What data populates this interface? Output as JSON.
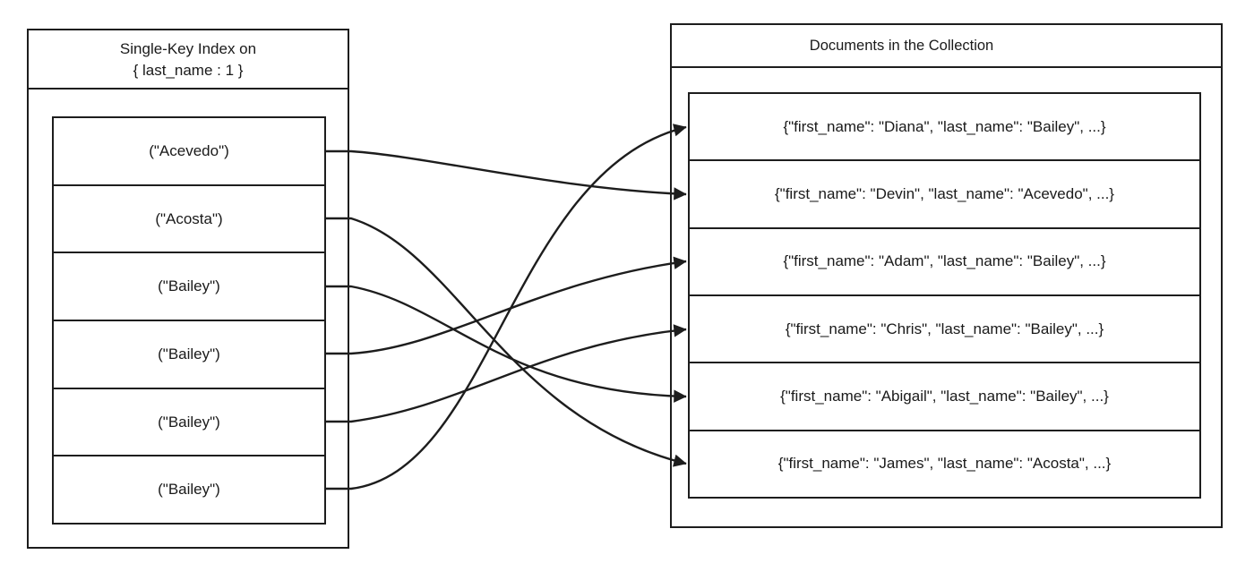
{
  "diagram": {
    "index_panel": {
      "title_line1": "Single-Key Index on",
      "title_line2": "{ last_name : 1 }",
      "entries": [
        "(\"Acevedo\")",
        "(\"Acosta\")",
        "(\"Bailey\")",
        "(\"Bailey\")",
        "(\"Bailey\")",
        "(\"Bailey\")"
      ]
    },
    "documents_panel": {
      "title": "Documents in the Collection",
      "documents": [
        "{\"first_name\": \"Diana\", \"last_name\": \"Bailey\", ...}",
        "{\"first_name\": \"Devin\", \"last_name\": \"Acevedo\", ...}",
        "{\"first_name\": \"Adam\", \"last_name\": \"Bailey\", ...}",
        "{\"first_name\": \"Chris\", \"last_name\": \"Bailey\", ...}",
        "{\"first_name\": \"Abigail\", \"last_name\": \"Bailey\", ...}",
        "{\"first_name\": \"James\", \"last_name\": \"Acosta\", ...}"
      ]
    },
    "connections": [
      {
        "from_entry": 0,
        "to_document": 1
      },
      {
        "from_entry": 1,
        "to_document": 5
      },
      {
        "from_entry": 2,
        "to_document": 4
      },
      {
        "from_entry": 3,
        "to_document": 2
      },
      {
        "from_entry": 4,
        "to_document": 3
      },
      {
        "from_entry": 5,
        "to_document": 0
      }
    ],
    "colors": {
      "line": "#1d1d1d",
      "text": "#1a1a1a",
      "background": "#ffffff"
    }
  }
}
